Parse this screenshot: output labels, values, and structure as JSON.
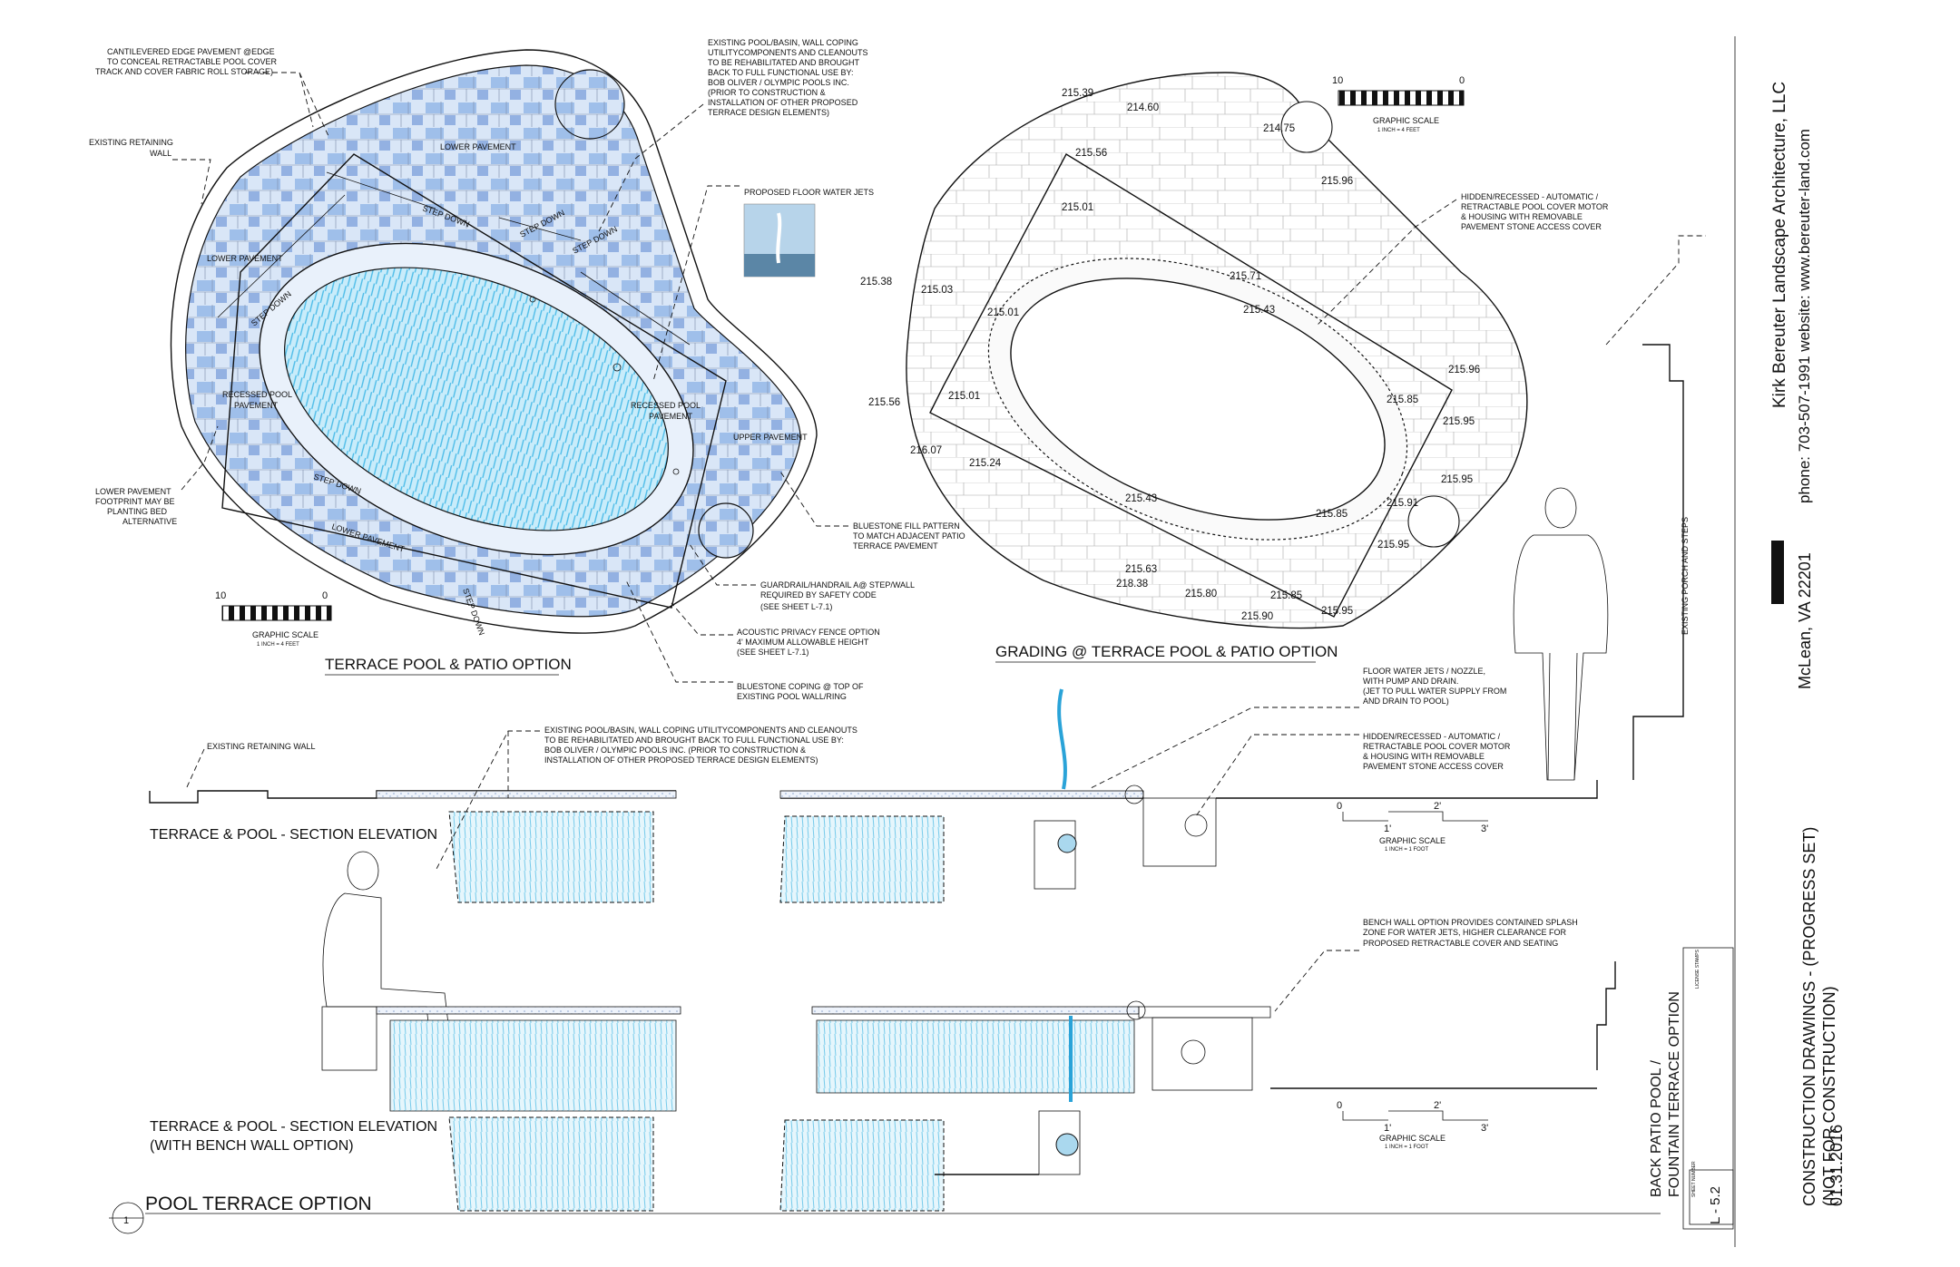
{
  "titleblock": {
    "firm": "Kirk Bereuter Landscape Architecture, LLC",
    "contact": "phone: 703-507-1991 website: www.bereuter-land.com",
    "location": "McLean, VA 22201",
    "set": "CONSTRUCTION DRAWINGS - (PROGRESS SET)",
    "not_for": "(NOT FOR CONSTRUCTION)",
    "date": "01.31.2016",
    "sheet_title_1": "BACK PATIO POOL /",
    "sheet_title_2": "FOUNTAIN TERRACE OPTION",
    "sheet_number": "L - 5.2",
    "sheet_number_label": "SHEET NUMBER",
    "stamp_label": "LICENSE STAMPS",
    "porch_note": "EXISTING PORCH AND STEPS"
  },
  "plan_left": {
    "title": "TERRACE POOL & PATIO OPTION",
    "scale_label": "GRAPHIC SCALE",
    "scale_note": "1 INCH = 4 FEET",
    "scale_10": "10",
    "scale_0": "0",
    "labels": {
      "lower_pavement_1": "LOWER PAVEMENT",
      "lower_pavement_2": "LOWER PAVEMENT",
      "lower_pavement_3": "LOWER PAVEMENT",
      "step_down_1": "STEP DOWN",
      "step_down_2": "STEP DOWN",
      "step_down_3": "STEP DOWN",
      "step_down_4": "STEP DOWN",
      "step_down_5": "STEP DOWN",
      "step_down_6": "STEP DOWN",
      "recessed_1a": "RECESSED POOL",
      "recessed_1b": "PAVEMENT",
      "recessed_2a": "RECESSED POOL",
      "recessed_2b": "PAVEMENT",
      "upper_pavement": "UPPER PAVEMENT"
    },
    "notes": {
      "cantilever_1": "CANTILEVERED EDGE PAVEMENT @EDGE",
      "cantilever_2": "TO CONCEAL RETRACTABLE POOL COVER",
      "cantilever_3": "TRACK AND COVER FABRIC ROLL STORAGE)",
      "retaining_1": "EXISTING RETAINING",
      "retaining_2": "WALL",
      "footprint_1": "LOWER PAVEMENT",
      "footprint_2": "FOOTPRINT MAY BE",
      "footprint_3": "PLANTING BED",
      "footprint_4": "ALTERNATIVE",
      "existing_1": "EXISTING POOL/BASIN, WALL COPING",
      "existing_2": "UTILITYCOMPONENTS AND CLEANOUTS",
      "existing_3": "TO BE REHABILITATED AND BROUGHT",
      "existing_4": "BACK TO FULL FUNCTIONAL USE BY:",
      "existing_5": "BOB OLIVER / OLYMPIC POOLS INC.",
      "existing_6": "(PRIOR TO CONSTRUCTION &",
      "existing_7": "INSTALLATION OF OTHER PROPOSED",
      "existing_8": "TERRACE DESIGN ELEMENTS)",
      "jets": "PROPOSED FLOOR WATER JETS",
      "bluestone_fill_1": "BLUESTONE FILL PATTERN",
      "bluestone_fill_2": "TO MATCH ADJACENT PATIO",
      "bluestone_fill_3": "TERRACE PAVEMENT",
      "guardrail_1": "GUARDRAIL/HANDRAIL A@ STEP/WALL",
      "guardrail_2": "REQUIRED BY SAFETY CODE",
      "guardrail_3": "(SEE SHEET L-7.1)",
      "fence_1": "ACOUSTIC PRIVACY FENCE OPTION",
      "fence_2": "4' MAXIMUM ALLOWABLE HEIGHT",
      "fence_3": "(SEE SHEET L-7.1)",
      "coping_1": "BLUESTONE COPING @ TOP OF",
      "coping_2": "EXISTING POOL WALL/RING"
    }
  },
  "plan_right": {
    "title": "GRADING @ TERRACE POOL & PATIO OPTION",
    "scale_label": "GRAPHIC SCALE",
    "scale_note": "1 INCH = 4 FEET",
    "scale_10": "10",
    "scale_0": "0",
    "hidden_1": "HIDDEN/RECESSED - AUTOMATIC /",
    "hidden_2": "RETRACTABLE POOL COVER MOTOR",
    "hidden_3": "& HOUSING WITH REMOVABLE",
    "hidden_4": "PAVEMENT STONE ACCESS COVER",
    "elevations": {
      "e1": "215.39",
      "e2": "214.60",
      "e3": "214.75",
      "e4": "215.56",
      "e5": "215.96",
      "e6": "215.01",
      "e7": "215.38",
      "e8": "215.03",
      "e9": "215.71",
      "e10": "215.43",
      "e11": "215.01",
      "e12": "215.96",
      "e13": "215.56",
      "e14": "215.01",
      "e15": "215.85",
      "e16": "215.95",
      "e17": "216.07",
      "e18": "215.24",
      "e19": "215.95",
      "e20": "215.43",
      "e21": "215.85",
      "e22": "215.91",
      "e23": "215.95",
      "e24": "215.63",
      "e25": "218.38",
      "e26": "215.80",
      "e27": "215.85",
      "e28": "215.90",
      "e29": "215.95"
    }
  },
  "section1": {
    "title": "TERRACE & POOL - SECTION ELEVATION",
    "retaining": "EXISTING RETAINING WALL",
    "existing_1": "EXISTING POOL/BASIN, WALL COPING UTILITYCOMPONENTS AND CLEANOUTS",
    "existing_2": "TO BE REHABILITATED AND BROUGHT BACK TO FULL FUNCTIONAL USE BY:",
    "existing_3": "BOB OLIVER / OLYMPIC POOLS INC. (PRIOR TO CONSTRUCTION &",
    "existing_4": "INSTALLATION OF OTHER PROPOSED TERRACE DESIGN ELEMENTS)",
    "jets_1": "FLOOR WATER JETS / NOZZLE,",
    "jets_2": "WITH PUMP AND DRAIN.",
    "jets_3": "(JET TO PULL WATER SUPPLY FROM",
    "jets_4": "AND DRAIN TO POOL)",
    "hidden_1": "HIDDEN/RECESSED - AUTOMATIC /",
    "hidden_2": "RETRACTABLE POOL COVER MOTOR",
    "hidden_3": "& HOUSING WITH REMOVABLE",
    "hidden_4": "PAVEMENT STONE ACCESS COVER",
    "scale_label": "GRAPHIC SCALE",
    "scale_note": "1 INCH = 1 FOOT",
    "s0": "0",
    "s1": "1'",
    "s2": "2'",
    "s3": "3'"
  },
  "section2": {
    "title_1": "TERRACE & POOL - SECTION ELEVATION",
    "title_2": "(WITH BENCH WALL OPTION)",
    "bench_1": "BENCH WALL OPTION PROVIDES CONTAINED SPLASH",
    "bench_2": "ZONE FOR WATER JETS, HIGHER CLEARANCE FOR",
    "bench_3": "PROPOSED RETRACTABLE COVER AND SEATING",
    "scale_label": "GRAPHIC SCALE",
    "scale_note": "1 INCH = 1 FOOT",
    "s0": "0",
    "s1": "1'",
    "s2": "2'",
    "s3": "3'"
  },
  "footer": {
    "number": "1",
    "title": "POOL TERRACE OPTION"
  },
  "colors": {
    "water": "#37b4e6",
    "paving": "#4a7fd0",
    "line": "#111111"
  }
}
